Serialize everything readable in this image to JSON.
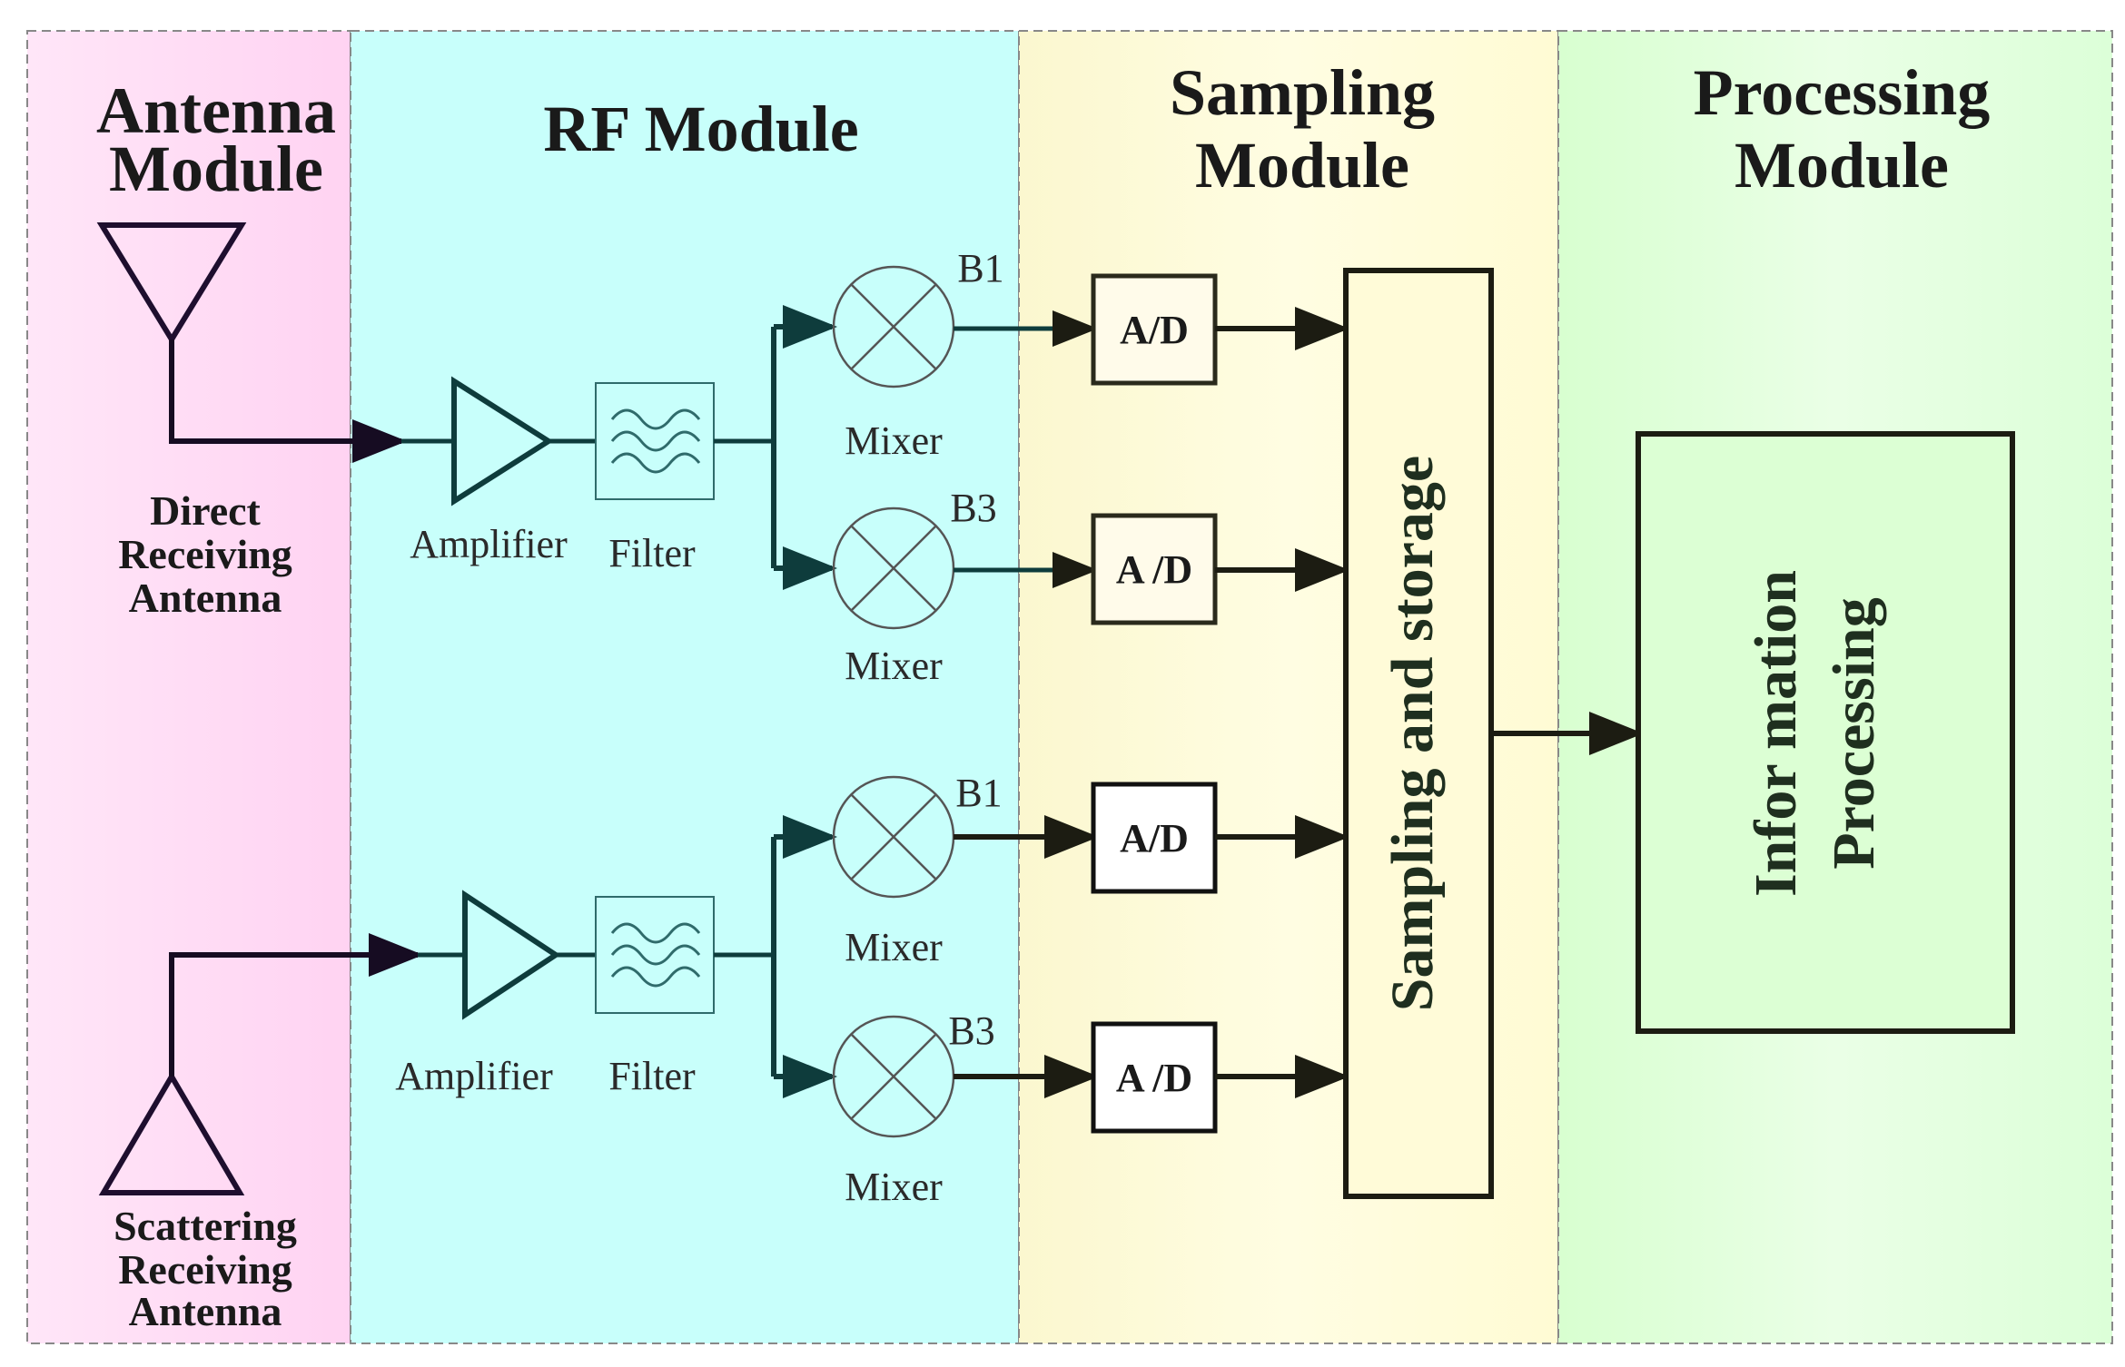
{
  "colors": {
    "antenna_bg": "#ffd9f5",
    "rf_bg": "#c8fffb",
    "sampling_bg": "#fffbd8",
    "processing_bg": "#dbffd6",
    "line_teal": "#0e3c3c",
    "line_dark": "#1c1c12"
  },
  "modules": {
    "antenna": {
      "line1": "Antenna",
      "line2": "Module"
    },
    "rf": {
      "title": "RF Module"
    },
    "sampling": {
      "line1": "Sampling",
      "line2": "Module"
    },
    "processing": {
      "line1": "Processing",
      "line2": "Module"
    }
  },
  "antennas": {
    "direct": {
      "line1": "Direct",
      "line2": "Receiving",
      "line3": "Antenna"
    },
    "scattering": {
      "line1": "Scattering",
      "line2": "Receiving",
      "line3": "Antenna"
    }
  },
  "chain_top": {
    "amplifier": "Amplifier",
    "filter": "Filter",
    "mixer_a": {
      "label": "Mixer",
      "band": "B1"
    },
    "mixer_b": {
      "label": "Mixer",
      "band": "B3"
    }
  },
  "chain_bottom": {
    "amplifier": "Amplifier",
    "filter": "Filter",
    "mixer_a": {
      "label": "Mixer",
      "band": "B1"
    },
    "mixer_b": {
      "label": "Mixer",
      "band": "B3"
    }
  },
  "converters": [
    "A/D",
    "A /D",
    "A/D",
    "A /D"
  ],
  "storage": {
    "label": "Sampling and storage"
  },
  "processing_block": {
    "line1": "Infor mation",
    "line2": "Processing"
  }
}
